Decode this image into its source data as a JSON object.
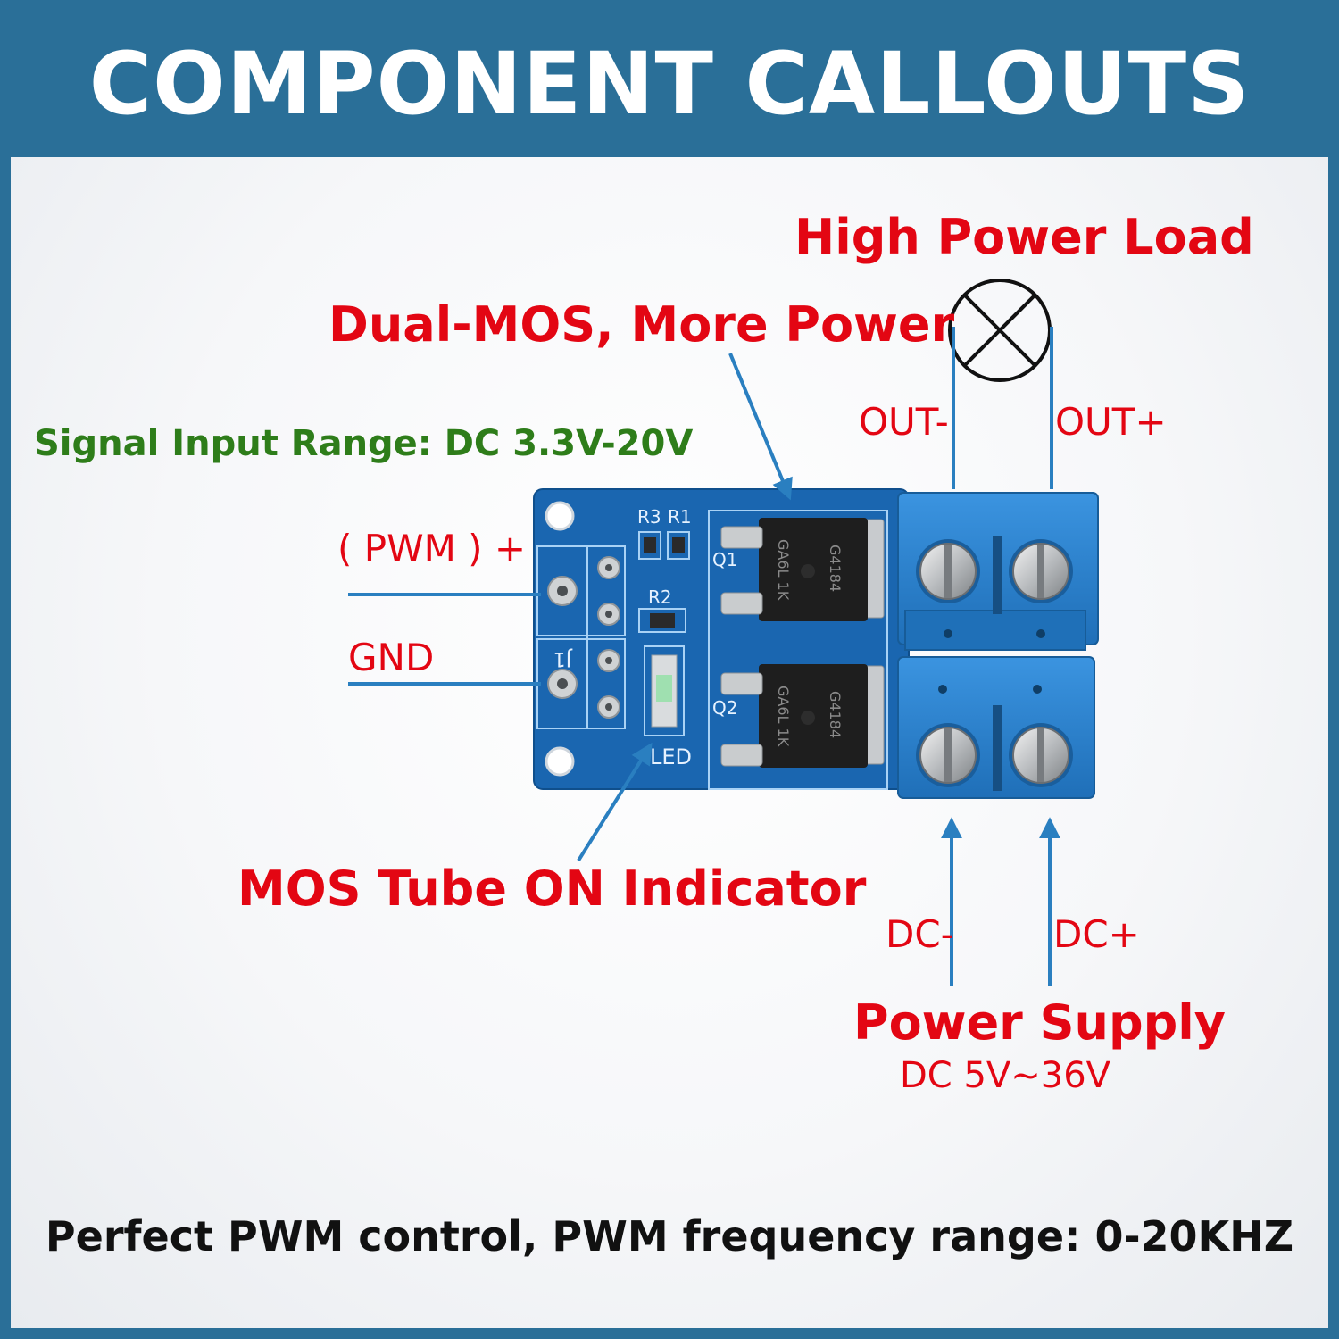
{
  "header": {
    "title": "COMPONENT CALLOUTS"
  },
  "callouts": {
    "load": "High Power Load",
    "dual_mos": "Dual-MOS, More Power",
    "signal_range": "Signal Input Range: DC 3.3V-20V",
    "pwm": "( PWM ) +",
    "gnd": "GND",
    "out_minus": "OUT-",
    "out_plus": "OUT+",
    "indicator": "MOS Tube ON Indicator",
    "dc_minus": "DC-",
    "dc_plus": "DC+",
    "power_supply": "Power Supply",
    "power_range": "DC 5V~36V"
  },
  "board": {
    "silkscreen": {
      "r3": "R3",
      "r1": "R1",
      "r2": "R2",
      "q1": "Q1",
      "q2": "Q2",
      "j1": "J1",
      "led": "LED",
      "chip_code_a": "GA6L 1K",
      "chip_code_b": "G4184"
    }
  },
  "footer": {
    "text": "Perfect PWM control, PWM frequency range: 0-20KHZ"
  },
  "colors": {
    "frame": "#2a6f98",
    "callout_red": "#e30613",
    "callout_green": "#2e7d1a",
    "pointer_blue": "#2a7fc0",
    "pcb_blue": "#1a66b0",
    "terminal_blue": "#2f86d2"
  }
}
